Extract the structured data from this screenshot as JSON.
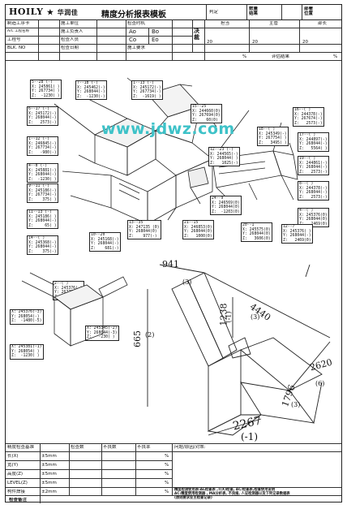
{
  "header": {
    "logo_text": "HOILY",
    "logo_cn": "华润佳",
    "title": "精度分析报表模板",
    "judge_label": "判定",
    "qty_label": "数量\n结果",
    "dept_label": "部署\n位置"
  },
  "info_rows": [
    {
      "c1": "制造工序卡",
      "c2": "",
      "c3": "施工单位",
      "c4": "",
      "c5": "检查时机"
    },
    {
      "c1": "A/C 工程名称",
      "c2": "",
      "c3": "施工负责人",
      "c4": "",
      "c5": "Ao",
      "c6": "Bo"
    },
    {
      "c1": "工程号",
      "c2": "",
      "c3": "检查人员",
      "c4": "",
      "c5": "Co",
      "c6": "Eo"
    },
    {
      "c1": "BLK. NO",
      "c2": "",
      "c3": "检查日期",
      "c4": "",
      "c5": "施工要求"
    }
  ],
  "sign": {
    "side_label": "决裁",
    "cols": [
      "担当",
      "主管",
      "部长"
    ],
    "date_prefix": "20",
    "pct_label": "%",
    "eval_label": "评估结果"
  },
  "watermark": "www.jdwz.com",
  "labels": [
    {
      "id": "l1",
      "text": "5--28 (-)\nX: 245861( )\nY: 267734( )\nZ:  -1230( )"
    },
    {
      "id": "l2",
      "text": "7--18 (-)\nX: 245462(-)\nY: 268044(-)\nZ:  -1230(-)"
    },
    {
      "id": "l3",
      "text": "1--13 (-)\nX: 245172(-)\nY: 267734(-)\nZ:  -1619( )"
    },
    {
      "id": "l4",
      "text": "6--17 (-)\nX: 245172(-)\nY: 268044(-)\nZ:   2573(-)"
    },
    {
      "id": "l5",
      "text": "1--12 (-)\nX: 246845(-)\nY: 267734(-)\nZ:   -980(-)"
    },
    {
      "id": "l6",
      "text": "4--8 (-)\nX: 245881(-)\nY: 268044(-)\nZ:  -1230( )"
    },
    {
      "id": "l7",
      "text": "15--25\nX: 244660(0)\nY: 267694(0)\nZ:    60(0)"
    },
    {
      "id": "l8",
      "text": "16--( )\nX: 244378(-)\nY: 267674(-)\nZ:   2573(-)"
    },
    {
      "id": "l9",
      "text": "18--( )\nX: 245349(-)\nY: 267754( )\nZ:   3495( )"
    },
    {
      "id": "l10",
      "text": "17--( )\nX: 244897(-)\nY: 268044(-)\nZ:   5564( )"
    },
    {
      "id": "l11",
      "text": "19--( )\nX: 244861(-)\nY: 268044(-)\nZ:   2573(-)"
    },
    {
      "id": "l12",
      "text": "12--23 (-)\nX: 244565(-)\nY: 268044( )\nZ:   1025(-)"
    },
    {
      "id": "l13",
      "text": "9--11 (-)\nX: 245186(-)\nY: 267734(-)\nZ:    375( )"
    },
    {
      "id": "l14",
      "text": "11--13 (-)\nX: 245186( )\nY: 268044(-)\nZ:     65( )"
    },
    {
      "id": "l15",
      "text": "24--9\nX: 246569(0)\nY: 268044(0)\nZ:  -1203(0)"
    },
    {
      "id": "l16",
      "text": "8--( )\nX: 244378(-)\nY: 268044(-)\nZ:   2573(-)"
    },
    {
      "id": "l17",
      "text": "4--( )\nX: 245376(0)\nY: 268044(0)\nZ:   2469(0)"
    },
    {
      "id": "l18",
      "text": "12--7\nX: 245376( )\nY: 268044(-)\nZ:   2469(0)"
    },
    {
      "id": "l19",
      "text": "13--35\nX: 247135 (0)\nY: 268044(0)\nZ:    977(-)"
    },
    {
      "id": "l20",
      "text": "21--15\nX: 246853(0)\nY: 268044(0)\nZ:   1000(0)"
    },
    {
      "id": "l21",
      "text": "20--1\nX: 245575(0)\nY: 268044(0)\nZ:   3606(0)"
    },
    {
      "id": "l22",
      "text": "10--20\nX: 245168(-)\nY: 268044(-)\nZ:    681(-)"
    },
    {
      "id": "l23",
      "text": "14--( )\nX: 245368(-)\nY: 268044(-)\nZ:    375(-)"
    },
    {
      "id": "l24",
      "text": "2--( )\nX: 245376(-)\nY: 267734(-)\nZ:  -1230( )"
    },
    {
      "id": "l25",
      "text": "X: 245376(-3)\nY: 268054(-)\nZ:  -1480(-5)"
    },
    {
      "id": "l26",
      "text": "X: 245381(-1)\nY: 268054( )\nZ:  -1230( )"
    },
    {
      "id": "l27",
      "text": "X: 245345(-2)\nY: 268044(-3)\nZ:   -230( )"
    }
  ],
  "dimensions": {
    "d941": "941",
    "d3a": "(3)",
    "d1238": "1238",
    "dm1a": "(-1)",
    "d4440": "4440",
    "d3b": "(3)",
    "d665": "665",
    "d2": "(2)",
    "d2620": "2620",
    "d6": "(6)",
    "d1796": "1796",
    "d3c": "(3)",
    "d2267": "2267",
    "dm1b": "(-1)"
  },
  "bottom_table": {
    "headers": [
      "精度检查基准",
      "检查数",
      "不良数",
      "不良率",
      "问题/原因/对策:"
    ],
    "rows": [
      {
        "item": "长(X)",
        "tol": "±5mm",
        "pct": "%"
      },
      {
        "item": "宽(Y)",
        "tol": "±5mm",
        "pct": "%"
      },
      {
        "item": "高度(Z)",
        "tol": "±5mm",
        "pct": "%"
      },
      {
        "item": "LEVEL(Z)",
        "tol": "±5mm",
        "pct": "%"
      },
      {
        "item": "构件焊接",
        "tol": "±2mm",
        "pct": "%"
      },
      {
        "item": "检查备注",
        "tol": "",
        "pct": ""
      }
    ],
    "notes": "精度检测使用表:AL检查表 ,T(X)检查, AC/检查表,检查使用说明\nAC:精度使用检测器 , MA分析表, 不良报, 人证检测器以及下列记录数据表\n(原则要求业主检查记录)"
  }
}
